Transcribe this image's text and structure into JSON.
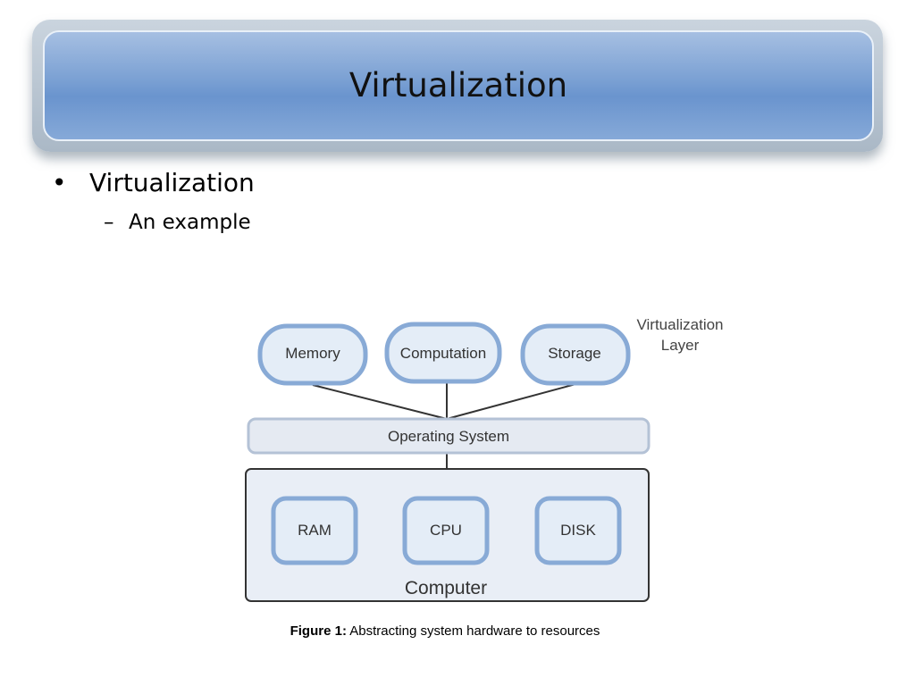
{
  "slide": {
    "title": "Virtualization",
    "bullet": "Virtualization",
    "bullet_mark": "•",
    "sub_bullet": "An example",
    "sub_mark": "–"
  },
  "diagram": {
    "layer_label_line1": "Virtualization",
    "layer_label_line2": "Layer",
    "resources": [
      "Memory",
      "Computation",
      "Storage"
    ],
    "os_label": "Operating System",
    "hardware": [
      "RAM",
      "CPU",
      "DISK"
    ],
    "computer_label": "Computer"
  },
  "caption": {
    "label": "Figure 1:",
    "text": "Abstracting system hardware to resources"
  }
}
